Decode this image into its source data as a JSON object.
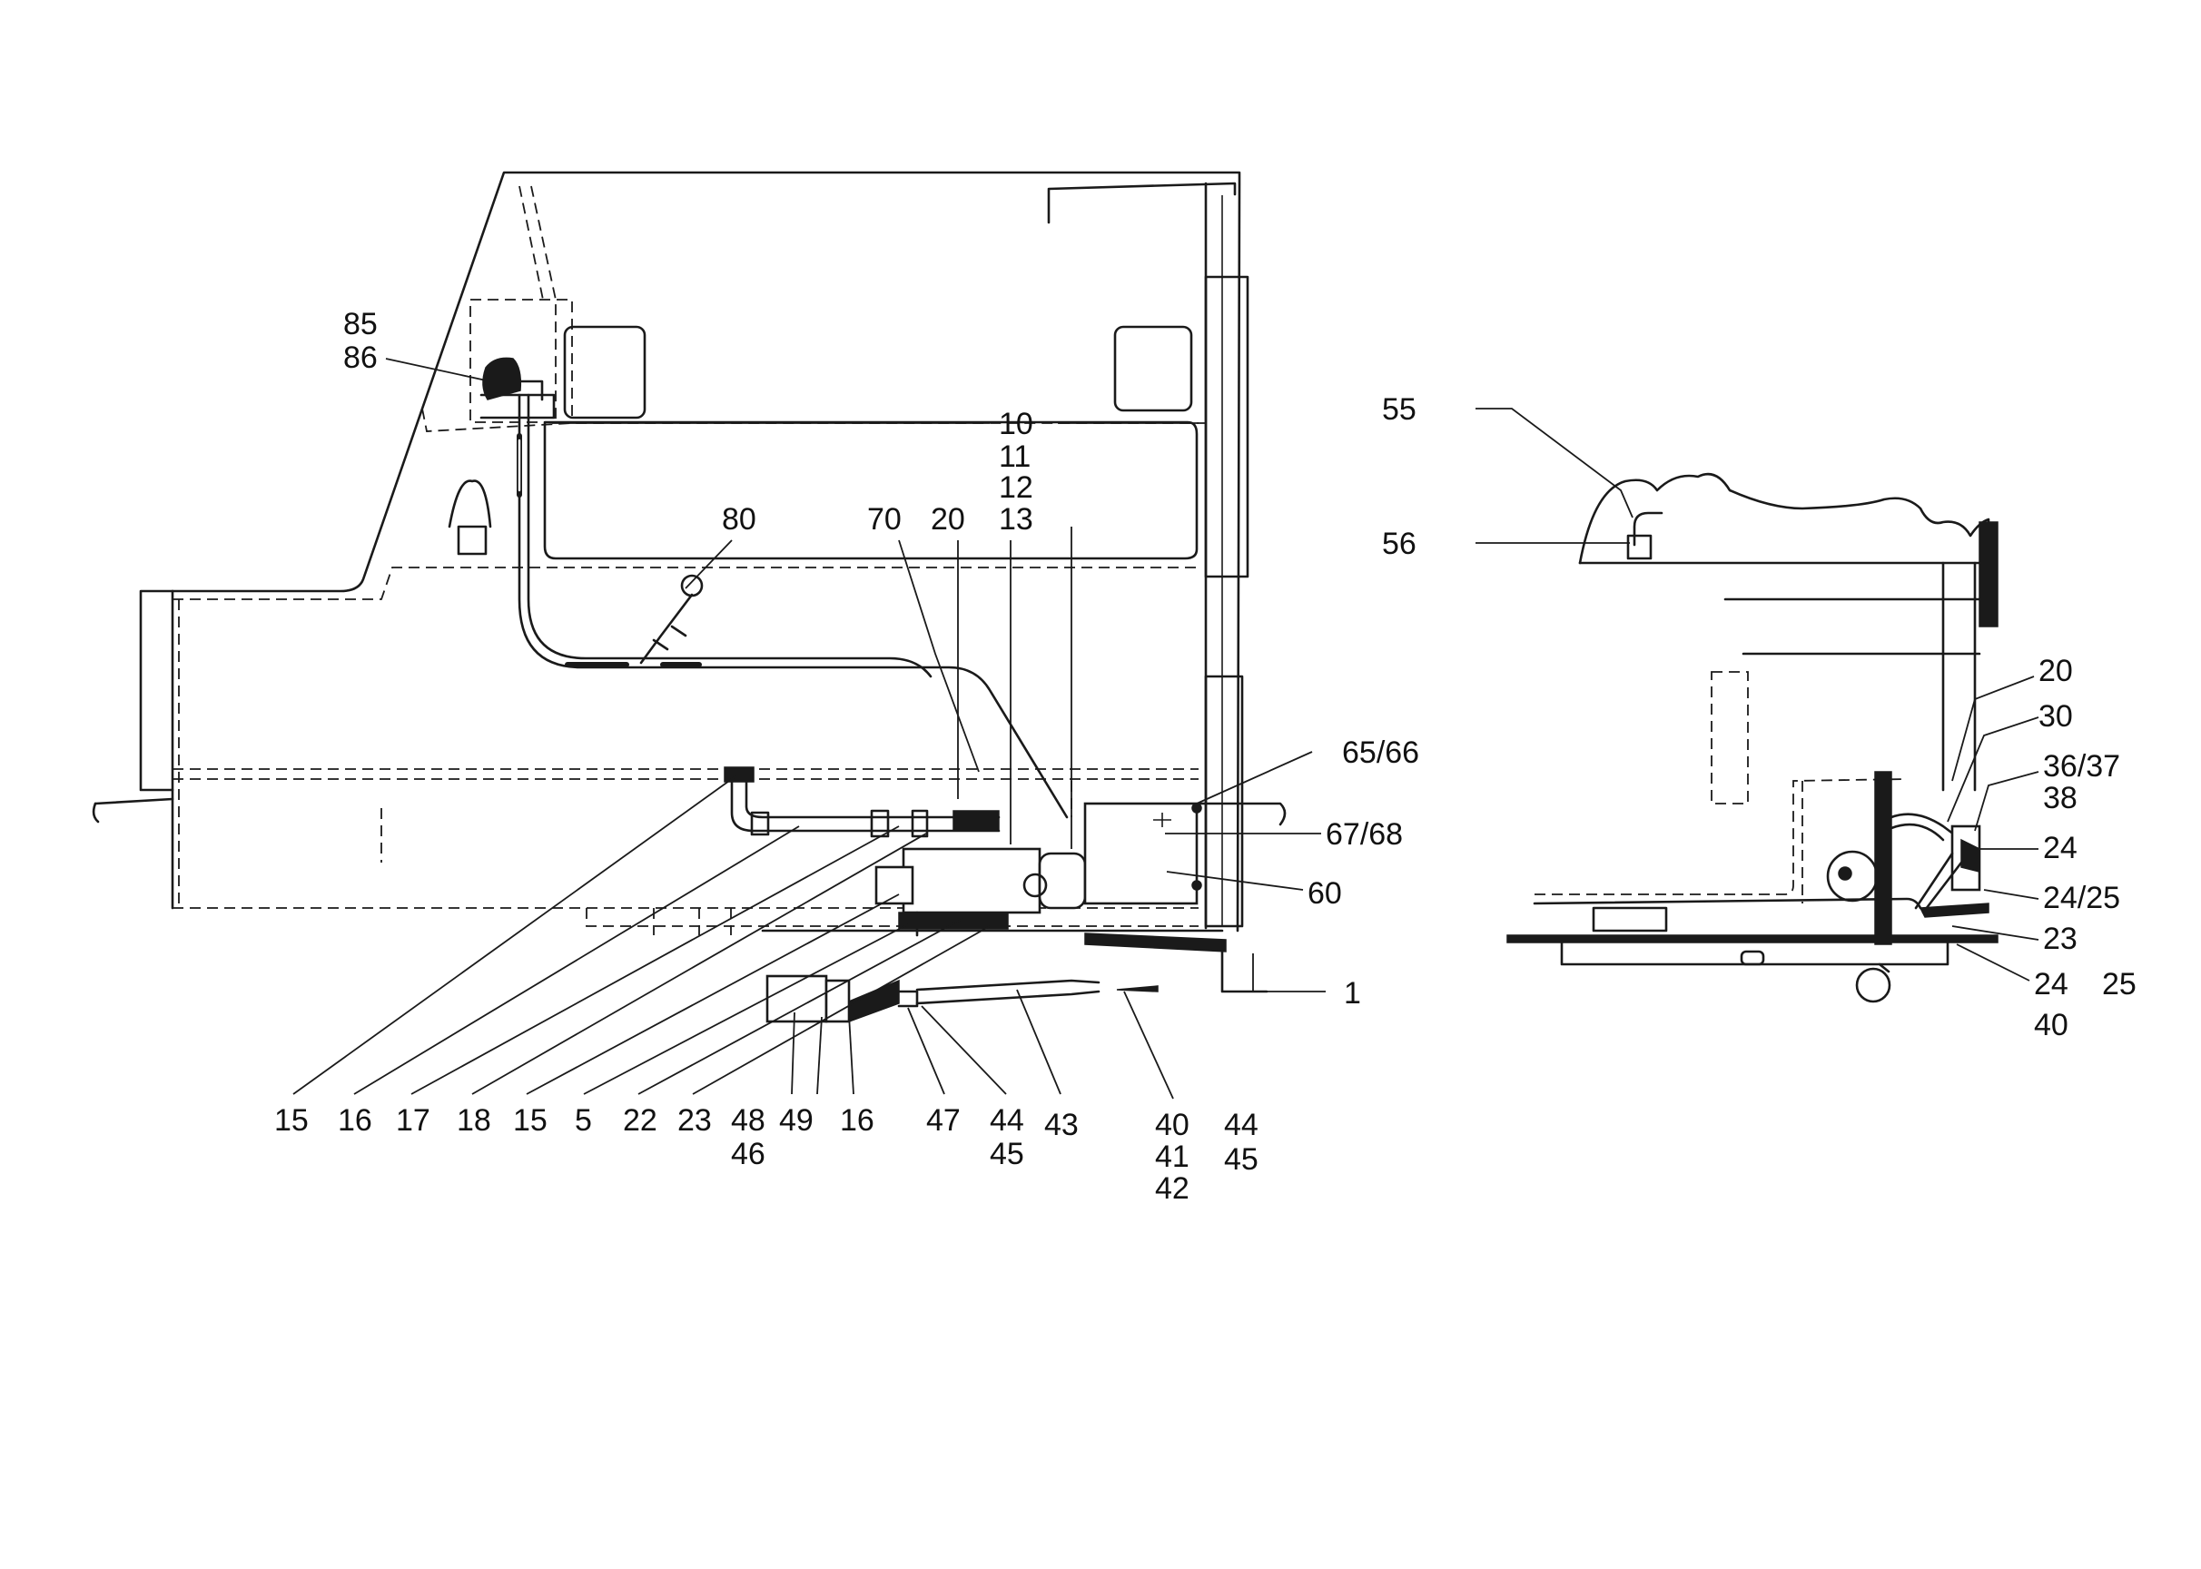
{
  "left_view": {
    "labels": {
      "l85": "85",
      "l86": "86",
      "l10": "10",
      "l11": "11",
      "l12": "12",
      "l13": "13",
      "l80": "80",
      "l70": "70",
      "l20": "20",
      "l6566": "65/66",
      "l6768": "67/68",
      "l60": "60",
      "l1": "1",
      "b15a": "15",
      "b16a": "16",
      "b17": "17",
      "b18": "18",
      "b15b": "15",
      "b5": "5",
      "b22": "22",
      "b23": "23",
      "b48": "48",
      "b46": "46",
      "b49": "49",
      "b16b": "16",
      "b47": "47",
      "b44a": "44",
      "b45a": "45",
      "b43": "43",
      "b40": "40",
      "b41": "41",
      "b42": "42",
      "b44b": "44",
      "b45b": "45"
    }
  },
  "right_view": {
    "labels": {
      "r55": "55",
      "r56": "56",
      "r20": "20",
      "r30": "30",
      "r3637": "36/37",
      "r38": "38",
      "r24": "24",
      "r2425": "24/25",
      "r23": "23",
      "r24b": "24",
      "r25b": "25",
      "r40": "40"
    }
  }
}
